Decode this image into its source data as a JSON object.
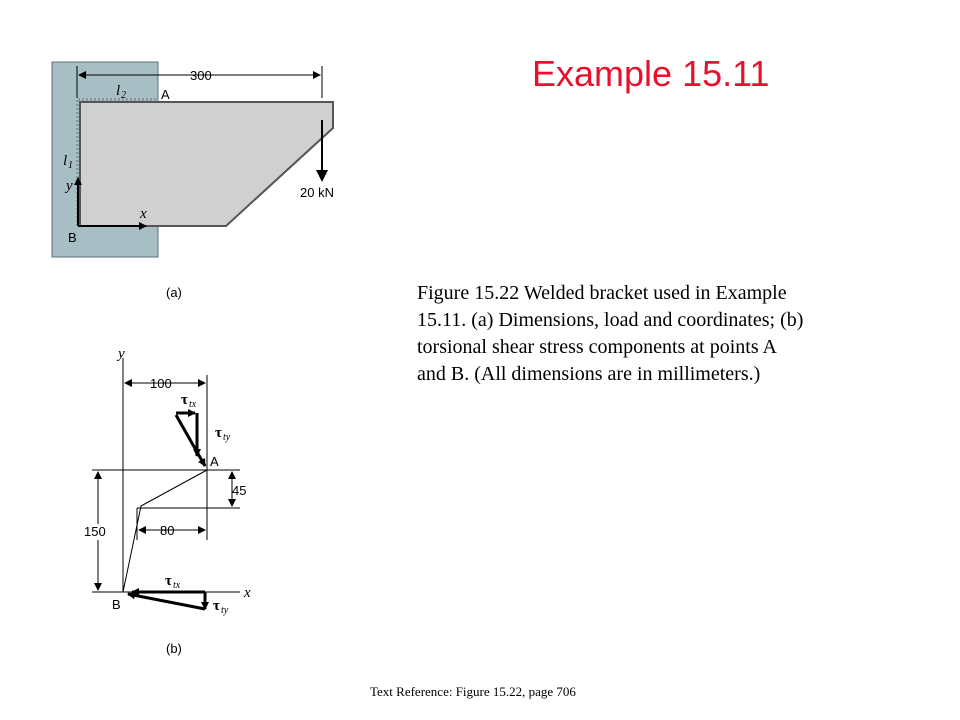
{
  "slide": {
    "title": "Example 15.11",
    "title_color": "#e8112d",
    "caption_lines": [
      "Figure 15.22  Welded bracket used in Example",
      "15.11.  (a) Dimensions, load and coordinates; (b)",
      "torsional shear stress components at points A",
      "and B. (All dimensions are in millimeters.)"
    ],
    "footer": "Text Reference:  Figure 15.22,  page 706"
  },
  "figure_a": {
    "label": "(a)",
    "dim_300": "300",
    "l2": "l",
    "l2_sub": "2",
    "l1": "l",
    "l1_sub": "1",
    "point_a": "A",
    "point_b": "B",
    "load": "20 kN",
    "axis_x": "x",
    "axis_y": "y",
    "colors": {
      "wall": "#a7bfc4",
      "plate": "#d0d0d0",
      "weld": "#8a9ba0"
    }
  },
  "figure_b": {
    "label": "(b)",
    "axis_x": "x",
    "axis_y": "y",
    "dim_100": "100",
    "dim_45": "45",
    "dim_80": "80",
    "dim_150": "150",
    "point_a": "A",
    "point_b": "B",
    "tau": "τ",
    "tx_sub": "tx",
    "ty_sub": "ty"
  }
}
